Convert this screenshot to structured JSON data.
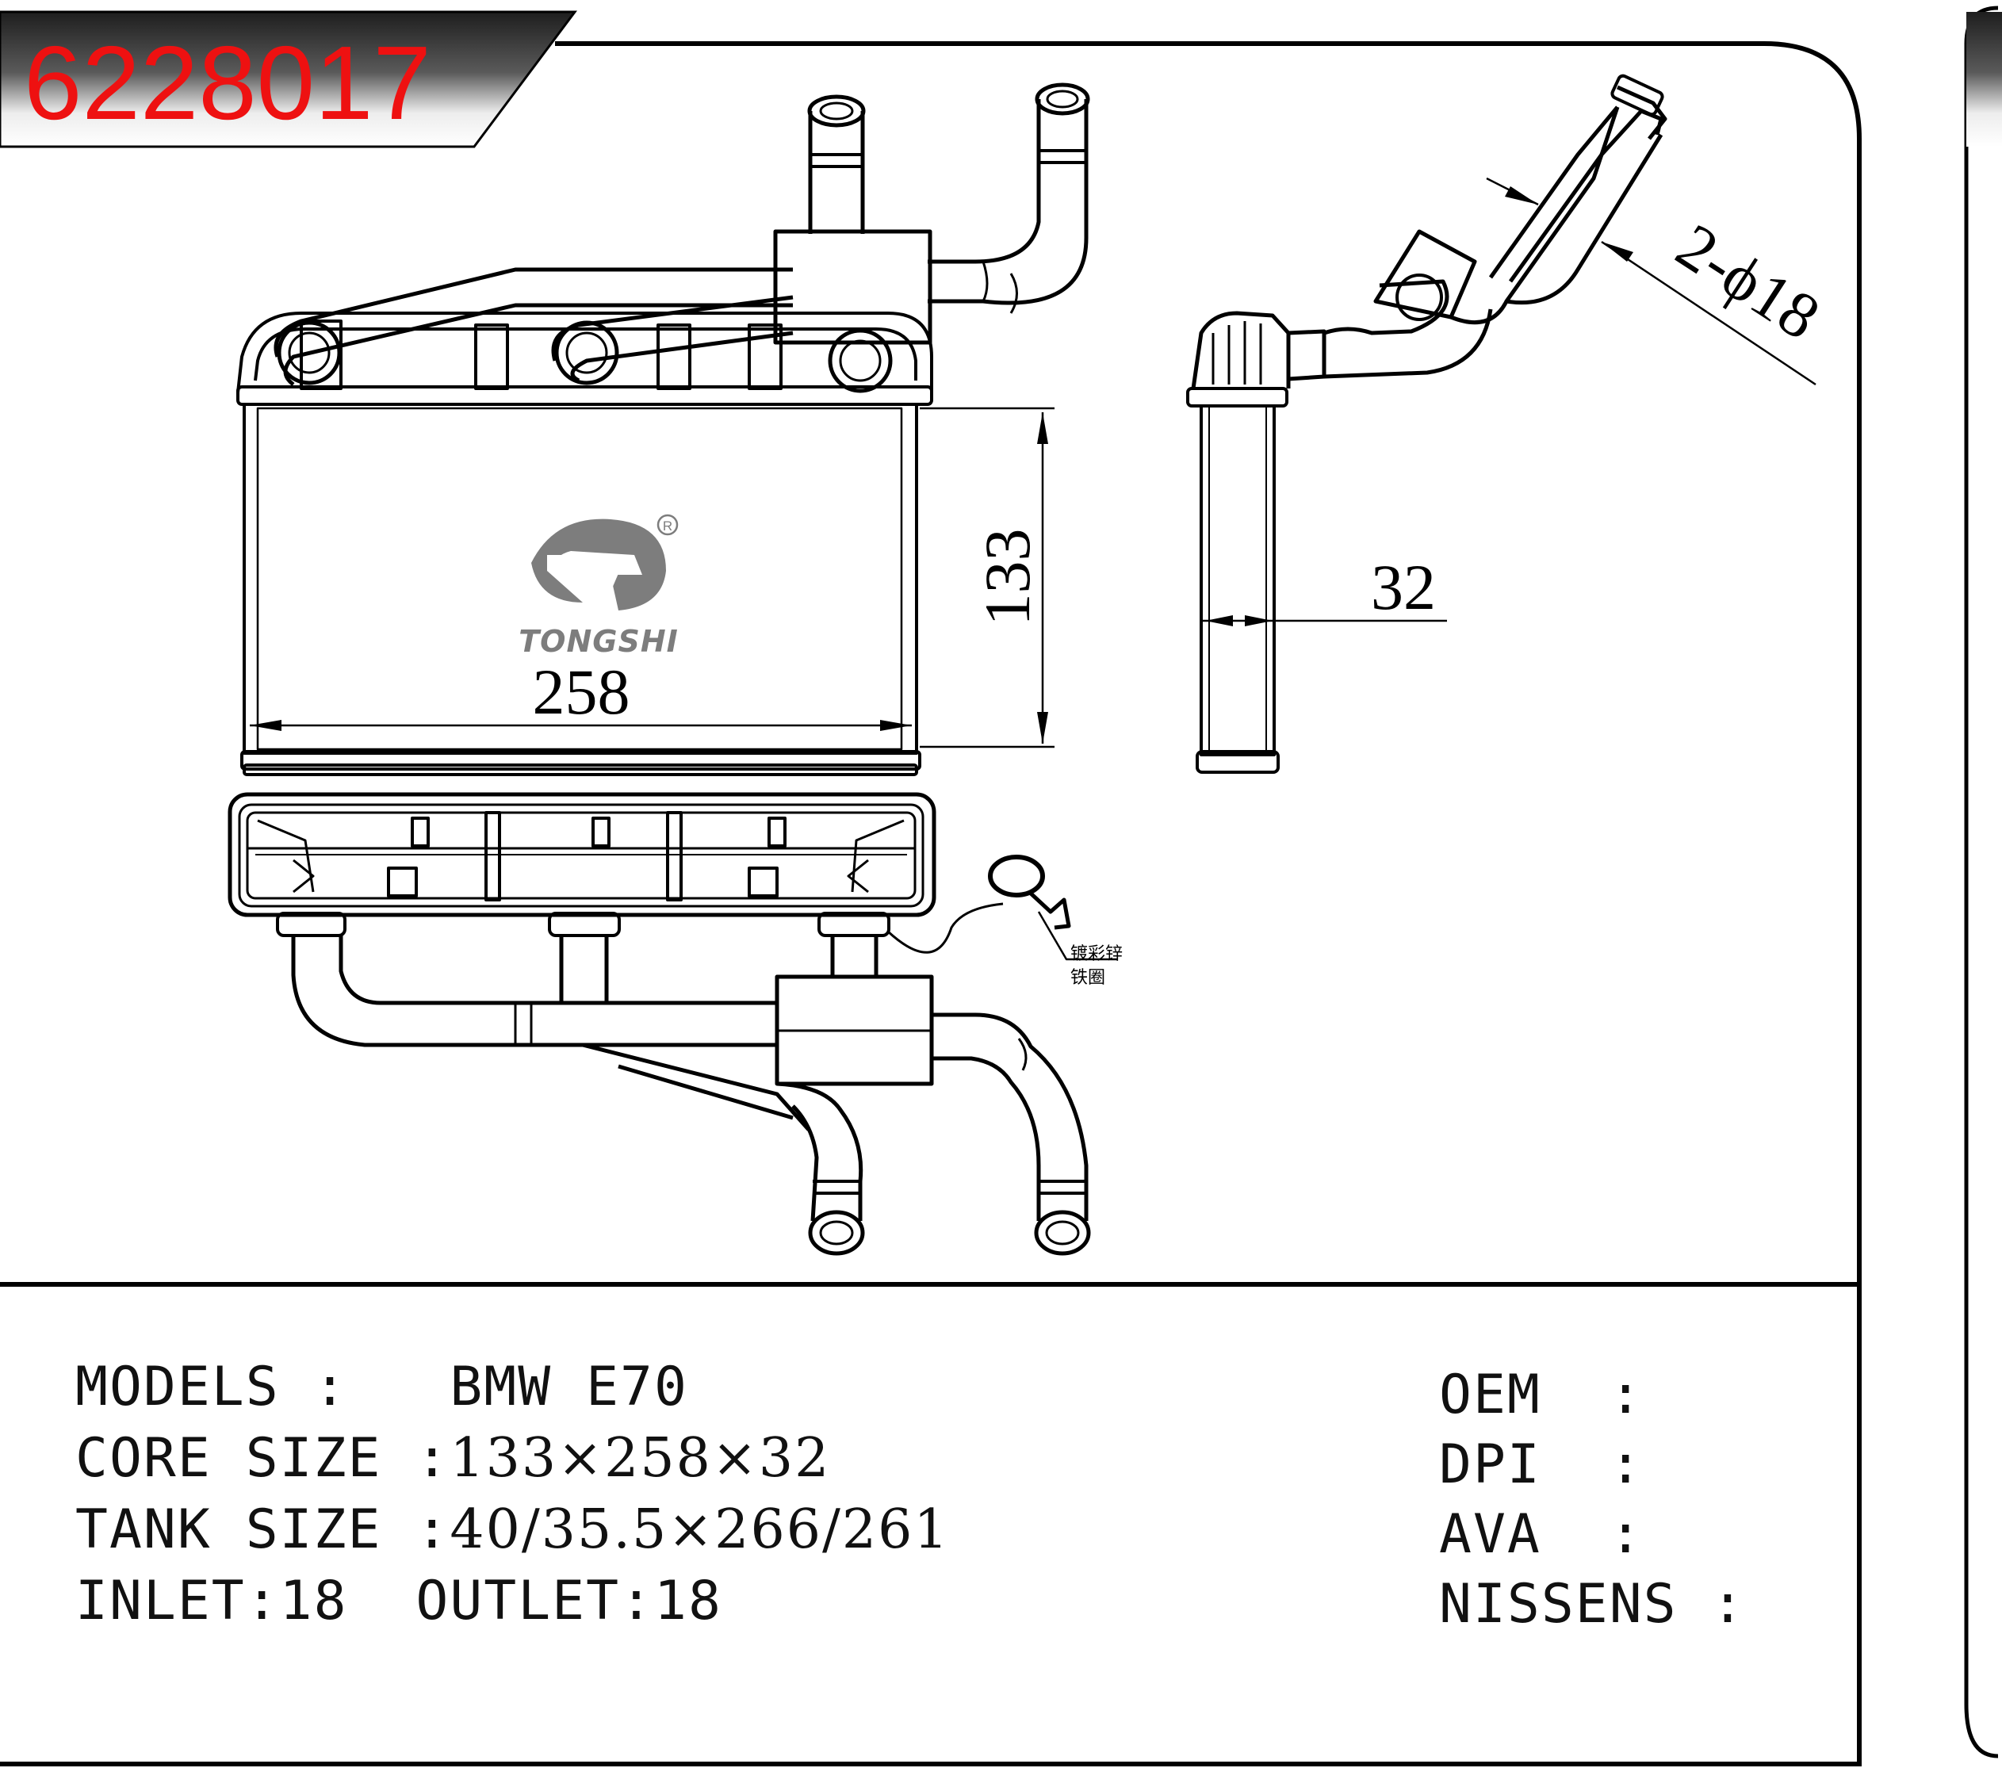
{
  "part_number": "6228017",
  "brand": {
    "logo_text": "TONGSHI",
    "registered_mark": "R"
  },
  "dimensions": {
    "width": "258",
    "height": "133",
    "thickness": "32",
    "pipe_callout": "2-ϕ18"
  },
  "annotation": {
    "line1": "镀彩锌",
    "line2": "铁圈"
  },
  "specs": {
    "models": {
      "label": "MODELS",
      "sep": " : ",
      "value": "BMW E70"
    },
    "core_size": {
      "label": "CORE SIZE",
      "sep": " :",
      "value": "133×258×32"
    },
    "tank_size": {
      "label": "TANK SIZE",
      "sep": " :",
      "value": "40/35.5×266/261"
    },
    "inlet": {
      "label": "INLET:",
      "value": "18"
    },
    "outlet": {
      "label": "OUTLET:",
      "value": "18"
    }
  },
  "references": {
    "oem": {
      "label": "OEM",
      "sep": ":"
    },
    "dpi": {
      "label": "DPI",
      "sep": ":"
    },
    "ava": {
      "label": "AVA",
      "sep": ":"
    },
    "nissens": {
      "label": "NISSENS",
      "sep": ":"
    }
  },
  "colors": {
    "part_number": "#ee1111",
    "banner_dark": "#3a3a3a",
    "line": "#000000"
  }
}
